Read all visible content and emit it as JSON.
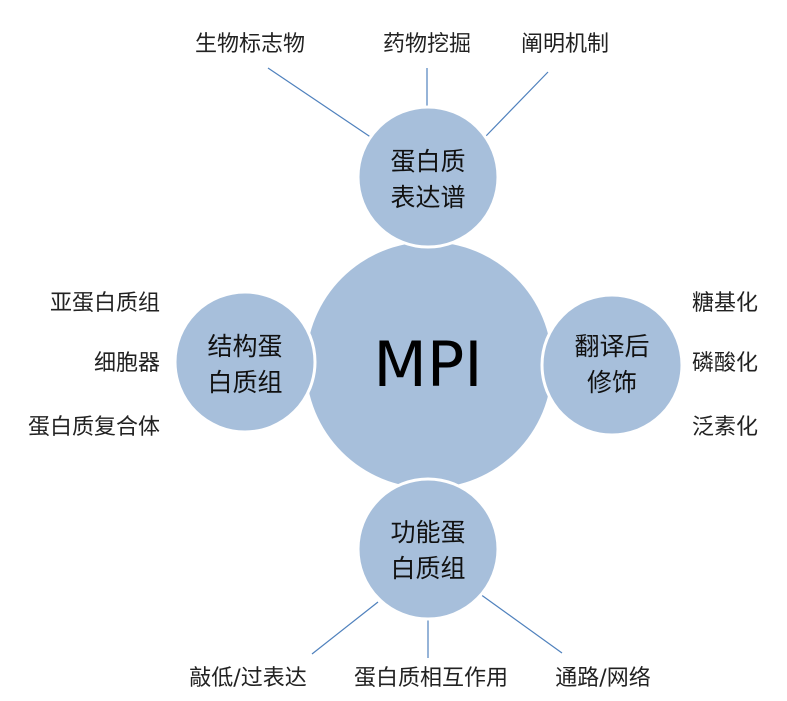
{
  "center": {
    "label": "MPI"
  },
  "nodes": {
    "top": {
      "lines": [
        "蛋白质",
        "表达谱"
      ]
    },
    "left": {
      "lines": [
        "结构蛋",
        "白质组"
      ]
    },
    "right": {
      "lines": [
        "翻译后",
        "修饰"
      ]
    },
    "bottom": {
      "lines": [
        "功能蛋",
        "白质组"
      ]
    }
  },
  "leaves": {
    "top": [
      "生物标志物",
      "药物挖掘",
      "阐明机制"
    ],
    "left": [
      "亚蛋白质组",
      "细胞器",
      "蛋白质复合体"
    ],
    "right": [
      "糖基化",
      "磷酸化",
      "泛素化"
    ],
    "bottom": [
      "敲低/过表达",
      "蛋白质相互作用",
      "通路/网络"
    ]
  },
  "colors": {
    "circle_fill": "#a7bfdb",
    "connector": "#4f81bd",
    "ring": "#ffffff"
  }
}
